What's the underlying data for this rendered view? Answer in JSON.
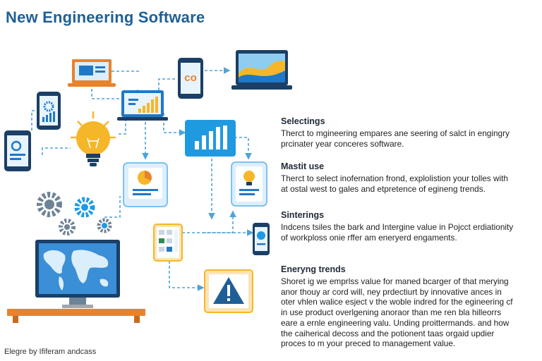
{
  "title": "New Engineering Software",
  "footer": "Elegre by Ififeram andcass",
  "sections": [
    {
      "heading": "Selectings",
      "body": "Therct to mgineering empares ane seering of salct in engingry prcinater year conceres software."
    },
    {
      "heading": "Mastit use",
      "body": "Therct to select inofernation frond, explolistion your tolles with at ostal west to gales and etpretence of egineng trends."
    },
    {
      "heading": "Sinterings",
      "body": "Indcens tsiles the bark and Intergine value in Pojcct erdiationity of workploss onie rffer am eneryerd engaments."
    },
    {
      "heading": "Eneryng trends",
      "body": "Shoret ig we emprlss value for maned bcarger of that merying anor thouy ar cord will, ney prdectiurt by innovative ances in oter vhlen walice esject v the woble indred for the egineering cf in use product overlgening anoraor than me ren bla hilleorrs eare a ernle engineering valu. Unding proittermands. and how the caiherical decoss and the potionent taas orgaid updier proces to m your preced to management value."
    }
  ],
  "icons": [
    "monitor-chart-icon",
    "tablet-gear-chart-icon",
    "phone-profile-icon",
    "lightbulb-icon",
    "laptop-chart-icon",
    "phone-co-icon",
    "laptop-wave-icon",
    "bar-chart-screen-icon",
    "target-card-icon",
    "bulb-card-icon",
    "gears-icon",
    "world-map-monitor-icon",
    "data-grid-card-icon",
    "warning-triangle-icon",
    "phone-circle-icon"
  ],
  "icon_text": {
    "co": "co"
  },
  "colors": {
    "accent_blue": "#1f78c8",
    "orange": "#e8822b",
    "yellow": "#f5b62a",
    "title": "#1f5f95",
    "connector": "#4fa3d9"
  }
}
